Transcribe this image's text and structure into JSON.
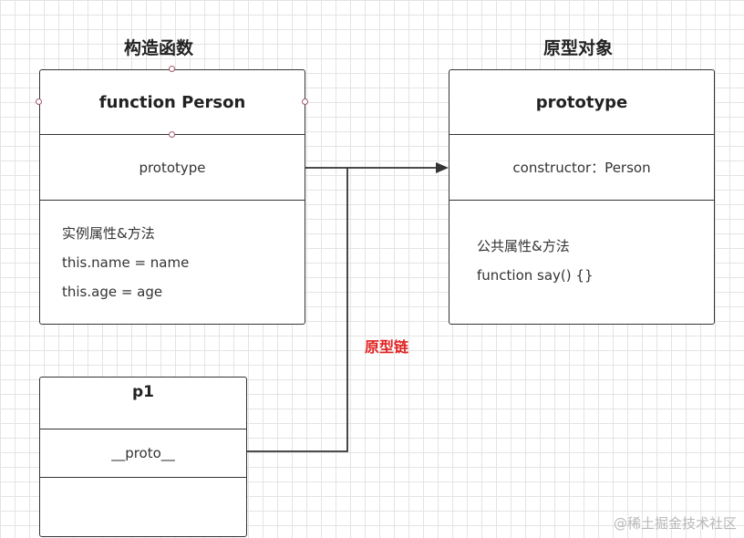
{
  "constructor_group": {
    "title": "构造函数",
    "header": "function Person",
    "prototype_ref": "prototype",
    "members": [
      "实例属性&方法",
      "this.name = name",
      "this.age = age"
    ]
  },
  "prototype_group": {
    "title": "原型对象",
    "header": "prototype",
    "constructor_ref": "constructor：Person",
    "members": [
      "公共属性&方法",
      "function say() {}"
    ]
  },
  "instance": {
    "header": "p1",
    "proto_ref": "__proto__",
    "members": []
  },
  "chain_label": "原型链",
  "watermark": "@稀土掘金技术社区",
  "colors": {
    "line": "#333333",
    "chain_label": "#e02020",
    "grid": "#e4e4e4"
  }
}
